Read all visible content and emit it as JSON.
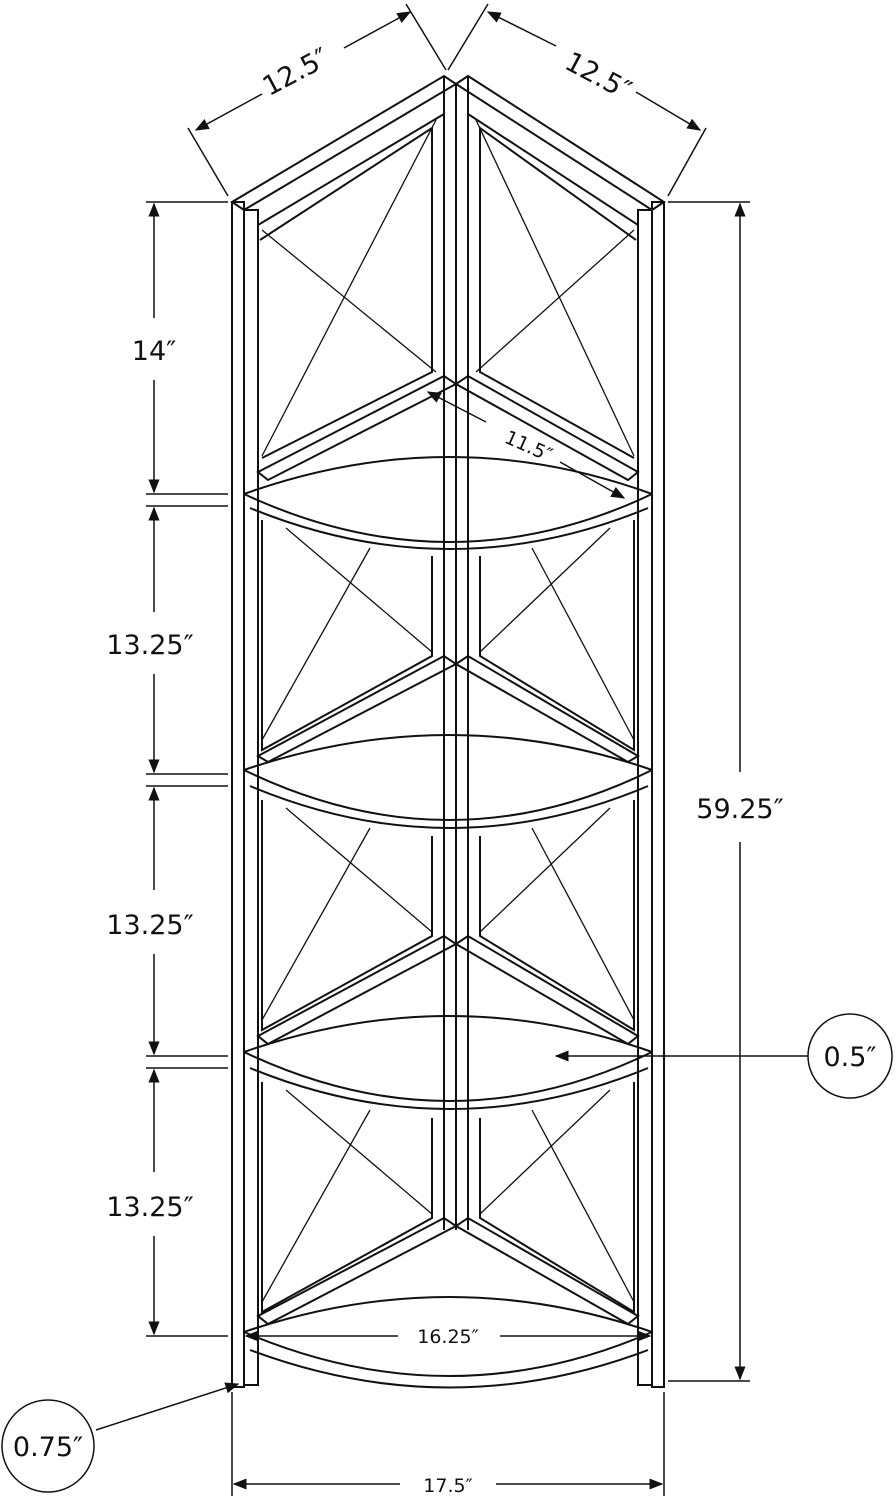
{
  "dimensions": {
    "top_left_width": "12.5″",
    "top_right_width": "12.5″",
    "shelf_depth": "11.5″",
    "shelf_gap_1": "14″",
    "shelf_gap_2": "13.25″",
    "shelf_gap_3": "13.25″",
    "shelf_gap_4": "13.25″",
    "total_height": "59.25″",
    "shelf_thickness": "0.5″",
    "inner_width": "16.25″",
    "post_width": "0.75″",
    "overall_width": "17.5″"
  }
}
